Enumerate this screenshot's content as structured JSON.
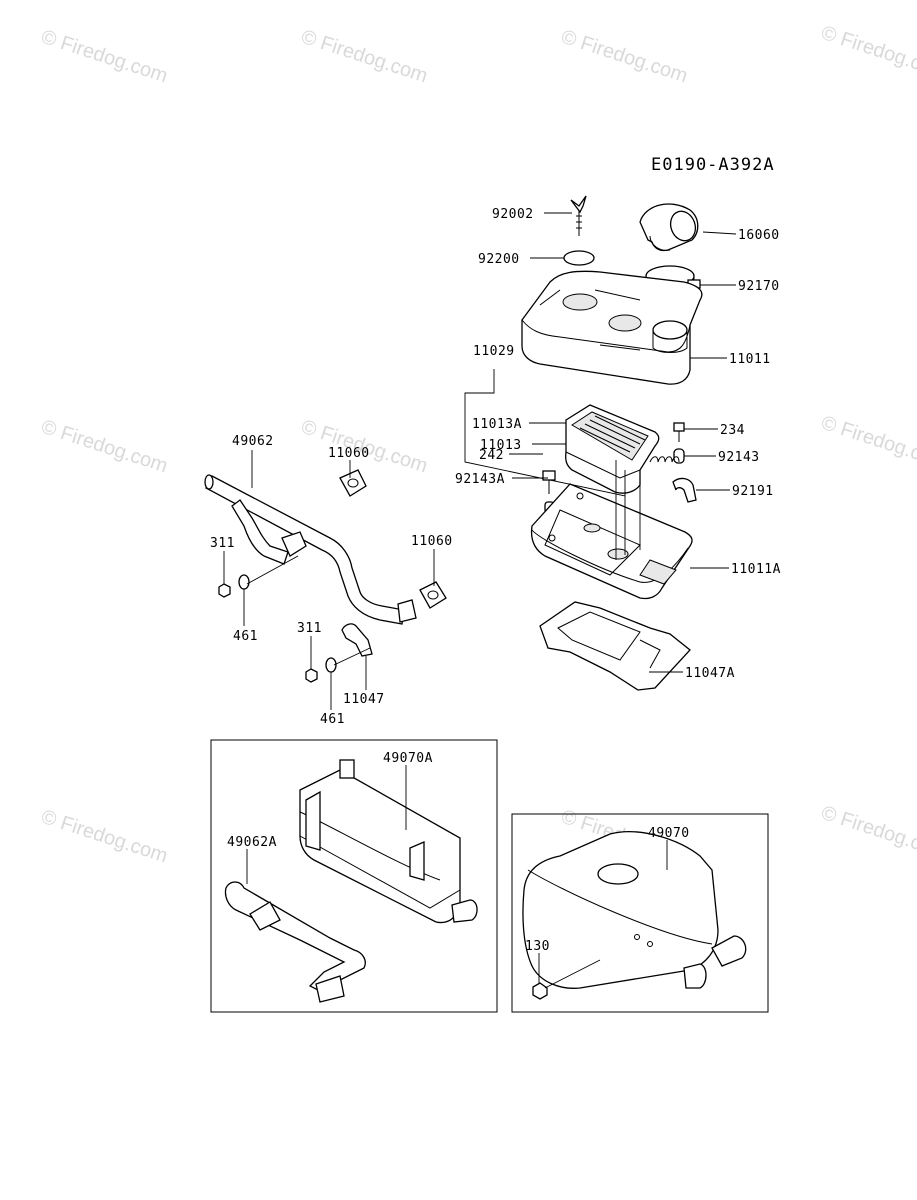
{
  "diagram": {
    "code": "E0190-A392A",
    "watermark": "© Firedog.com",
    "parts": {
      "p92002": "92002",
      "p92200": "92200",
      "p16060": "16060",
      "p92170": "92170",
      "p11011": "11011",
      "p11029": "11029",
      "p11013A": "11013A",
      "p11013": "11013",
      "p234": "234",
      "p92143": "92143",
      "p242": "242",
      "p92143A": "92143A",
      "p92191": "92191",
      "p11011A": "11011A",
      "p11047A": "11047A",
      "p49062": "49062",
      "p11060a": "11060",
      "p11060b": "11060",
      "p311a": "311",
      "p461a": "461",
      "p311b": "311",
      "p11047": "11047",
      "p461b": "461",
      "p49070A": "49070A",
      "p49062A": "49062A",
      "p49070": "49070",
      "p130": "130"
    }
  }
}
